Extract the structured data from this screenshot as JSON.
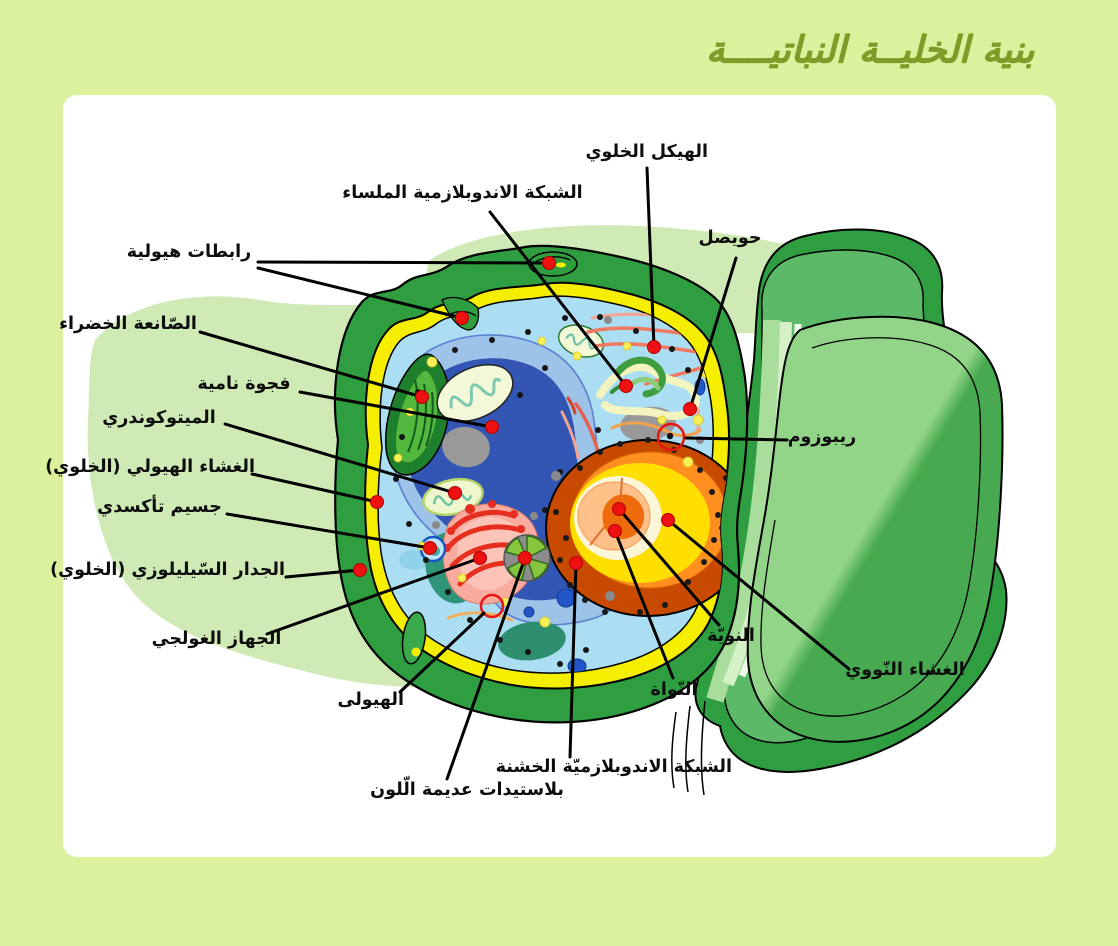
{
  "title": "بنية الخليــة النباتيــــة",
  "labels": {
    "smooth_er": "الشبكة الاندوبلازمية الملساء",
    "cytoskeleton": "الهيكل الخلوي",
    "vesicle": "حويصل",
    "plasmodesmata": "رابطات هيولية",
    "chloroplast": "الصّانعة الخضراء",
    "vacuole": "فجوة نامية",
    "mitochondrion": "الميتوكوندري",
    "plasma_membrane": "الغشاء الهيولي (الخلوي)",
    "peroxisome": "جسيم تأكسدي",
    "cell_wall": "الجدار السّيليلوزي (الخلوي)",
    "golgi": "الجهاز الغولجي",
    "cytoplasm": "الهيولى",
    "leucoplasts": "بلاستيدات عديمة الّلون",
    "rough_er": "الشبكة الاندوبلازميّة الخشنة",
    "nucleus": "النّواة",
    "nucleolus": "النويّة",
    "nuclear_envelope": "الغشاء النّووي",
    "ribosome": "ريبوزوم"
  },
  "colors": {
    "page_background": "#dcf19e",
    "canvas": "#ffffff",
    "title_text": "#7f9c28",
    "label_text": "#0d0d0d",
    "leader_line": "#000000",
    "leader_dot": "#ee1111",
    "cell_wall_green": "#2f9e41",
    "backdrop_green": "#cfeab4",
    "membrane_yellow": "#f6ee00",
    "cytoplasm_blue": "#abdef2",
    "vacuole_outer_blue": "#9dc3e8",
    "vacuole_inner_blue": "#3356b4",
    "chloroplast_green": "#1e7f2c",
    "mitochondrion_cream": "#f2f8d8",
    "nucleus_rough_er": "#c84a00",
    "nucleus_orange": "#ff9020",
    "nucleus_yellow": "#ffdf00",
    "nucleus_cream": "#fcf6d8",
    "nucleus_peach": "#ffc189",
    "nucleolus_orange": "#ef6c0e",
    "golgi_pink": "#f9ab9f",
    "golgi_red": "#e62e1e",
    "plastid_gray": "#8c8c8c",
    "plastid_green": "#86c53c"
  }
}
